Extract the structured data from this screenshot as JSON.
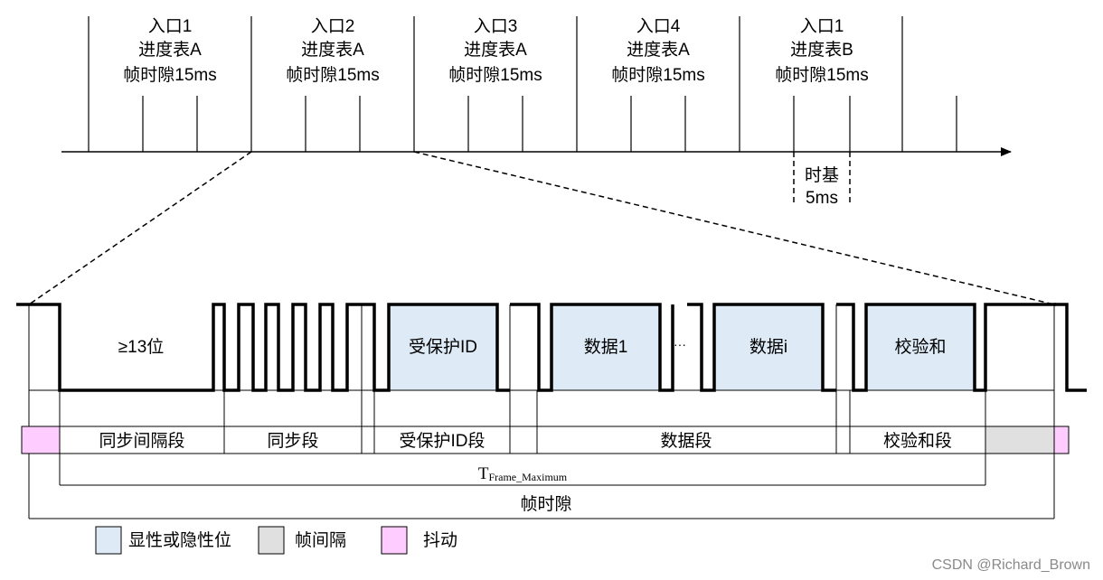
{
  "timeline": {
    "slots": [
      {
        "entry": "入口1",
        "schedule": "进度表A",
        "slot": "帧时隙15ms"
      },
      {
        "entry": "入口2",
        "schedule": "进度表A",
        "slot": "帧时隙15ms"
      },
      {
        "entry": "入口3",
        "schedule": "进度表A",
        "slot": "帧时隙15ms"
      },
      {
        "entry": "入口4",
        "schedule": "进度表A",
        "slot": "帧时隙15ms"
      },
      {
        "entry": "入口1",
        "schedule": "进度表B",
        "slot": "帧时隙15ms"
      }
    ],
    "timebase": {
      "line1": "时基",
      "line2": "5ms"
    }
  },
  "waveform": {
    "break_label": "≥13位",
    "pid_label": "受保护ID",
    "data1_label": "数据1",
    "ellipsis": "···",
    "datai_label": "数据i",
    "checksum_label": "校验和"
  },
  "segments": {
    "sync_break": "同步间隔段",
    "sync": "同步段",
    "pid": "受保护ID段",
    "data": "数据段",
    "checksum": "校验和段"
  },
  "durations": {
    "frame_max_main": "T",
    "frame_max_sub": "Frame_Maximum",
    "frame_slot": "帧时隙"
  },
  "legend": [
    {
      "label": "显性或隐性位",
      "color": "#deebf7"
    },
    {
      "label": "帧间隔",
      "color": "#e0e0e0"
    },
    {
      "label": "抖动",
      "color": "#ffccff"
    }
  ],
  "watermark": "CSDN @Richard_Brown",
  "colors": {
    "line": "#000000",
    "bit_fill": "#deebf7",
    "gap_fill": "#e0e0e0",
    "jitter_fill": "#ffccff"
  }
}
